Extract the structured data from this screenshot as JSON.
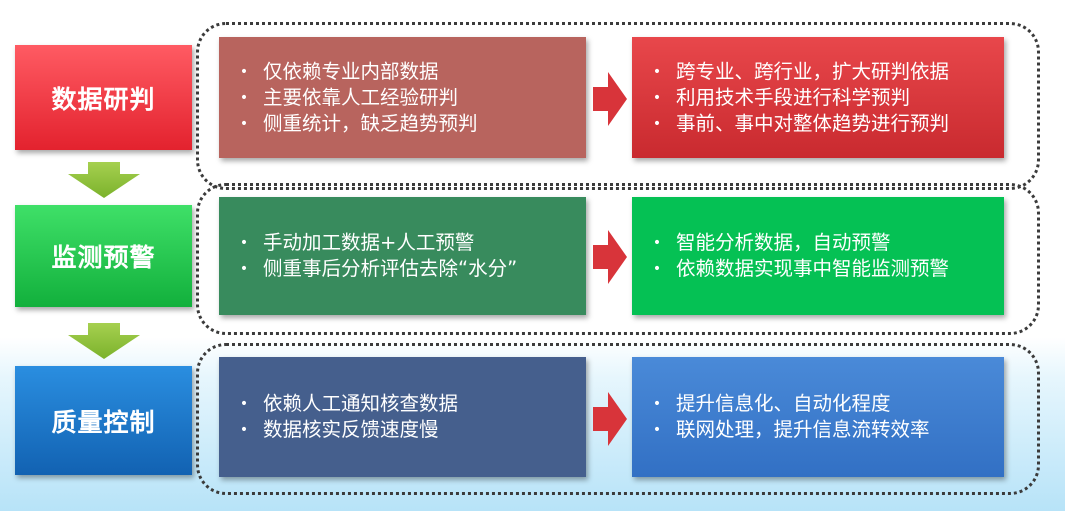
{
  "rows": [
    {
      "label": "数据研判",
      "left_items": [
        "仅依赖专业内部数据",
        "主要依靠人工经验研判",
        "侧重统计，缺乏趋势预判"
      ],
      "right_items": [
        "跨专业、跨行业，扩大研判依据",
        "利用技术手段进行科学预判",
        "事前、事中对整体趋势进行预判"
      ]
    },
    {
      "label": "监测预警",
      "left_items": [
        "手动加工数据+人工预警",
        "侧重事后分析评估去除“水分”"
      ],
      "right_items": [
        "智能分析数据，自动预警",
        "依赖数据实现事中智能监测预警"
      ]
    },
    {
      "label": "质量控制",
      "left_items": [
        "依赖人工通知核查数据",
        "数据核实反馈速度慢"
      ],
      "right_items": [
        "提升信息化、自动化程度",
        "联网处理，提升信息流转效率"
      ]
    }
  ],
  "bullet": "•",
  "colors": {
    "row1_label": "#ee3a45",
    "row1_left": "#b8645e",
    "row1_right": "#d92f34",
    "row2_label": "#1fc64a",
    "row2_left": "#388b5d",
    "row2_right": "#05c154",
    "row3_label": "#1976c8",
    "row3_left": "#455f8d",
    "row3_right": "#3f7ed0",
    "arrow_red": "#d8343a",
    "arrow_green": "#8fc33a"
  }
}
